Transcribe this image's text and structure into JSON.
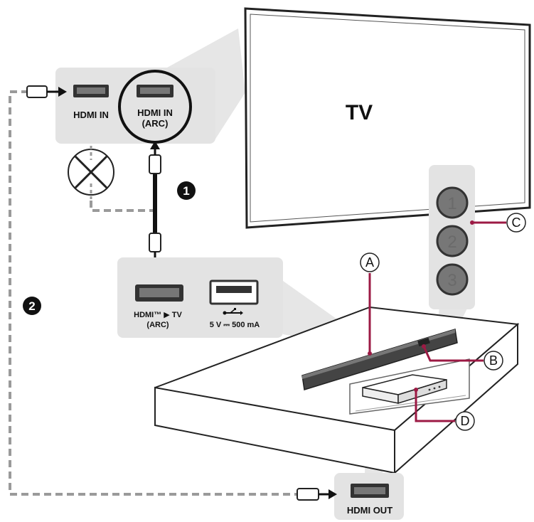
{
  "tv": {
    "label": "TV"
  },
  "tv_ports": {
    "hdmi_in": "HDMI IN",
    "hdmi_in_arc_line1": "HDMI IN",
    "hdmi_in_arc_line2": "(ARC)"
  },
  "soundbar_ports": {
    "hdmi_line1": "HDMI™ ▶ TV",
    "hdmi_line2": "(ARC)",
    "usb": "5 V ⎓ 500 mA"
  },
  "device_port": {
    "hdmi_out": "HDMI OUT"
  },
  "steps": [
    "1",
    "2"
  ],
  "callouts": {
    "a": "A",
    "b": "B",
    "c": "C",
    "d": "D"
  },
  "buttons": [
    "1",
    "2",
    "3"
  ],
  "colors": {
    "accent": "#9c1a44",
    "panel": "#e3e3e3",
    "cable": "#111111",
    "dashed": "#9a9a9a"
  }
}
